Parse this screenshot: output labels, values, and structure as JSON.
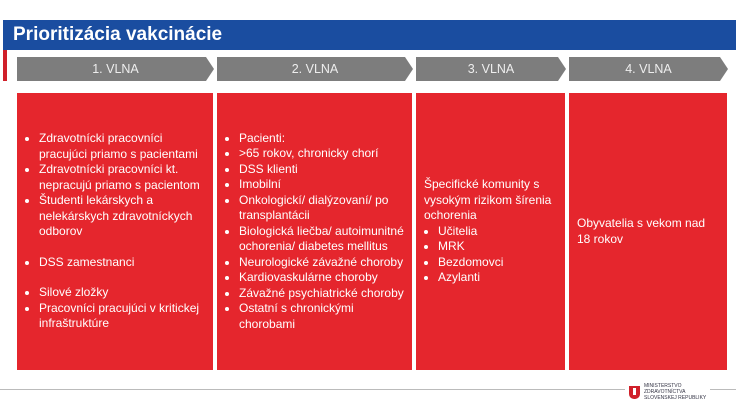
{
  "title": "Prioritizácia vakcinácie",
  "waves": [
    {
      "label": "1. VLNA",
      "items": [
        "Zdravotnícki pracovníci pracujúci priamo s pacientami",
        "Zdravotnícki pracovníci kt. nepracujú priamo s pacientom",
        "Študenti lekárskych a nelekárskych zdravotníckych odborov",
        "",
        "DSS zamestnanci",
        "",
        "Silové zložky",
        "Pracovníci pracujúci v kritickej infraštruktúre"
      ]
    },
    {
      "label": "2. VLNA",
      "items": [
        "Pacienti:",
        ">65 rokov, chronicky chorí",
        "DSS klienti",
        "Imobilní",
        "Onkologickí/ dialýzovaní/ po transplantácii",
        "Biologická liečba/ autoimunitné ochorenia/ diabetes mellitus",
        "Neurologické závažné choroby",
        "Kardiovaskulárne choroby",
        "Závažné psychiatrické choroby",
        "Ostatní s chronickými chorobami"
      ]
    },
    {
      "label": "3. VLNA",
      "intro": "Špecifické komunity s vysokým rizikom šírenia ochorenia",
      "items": [
        "Učitelia",
        "MRK",
        "Bezdomovci",
        "Azylanti"
      ]
    },
    {
      "label": "4. VLNA",
      "text": "Obyvatelia s vekom nad 18 rokov"
    }
  ],
  "logo": {
    "line1": "MINISTERSTVO",
    "line2": "ZDRAVOTNÍCTVA",
    "line3": "SLOVENSKEJ REPUBLIKY"
  }
}
